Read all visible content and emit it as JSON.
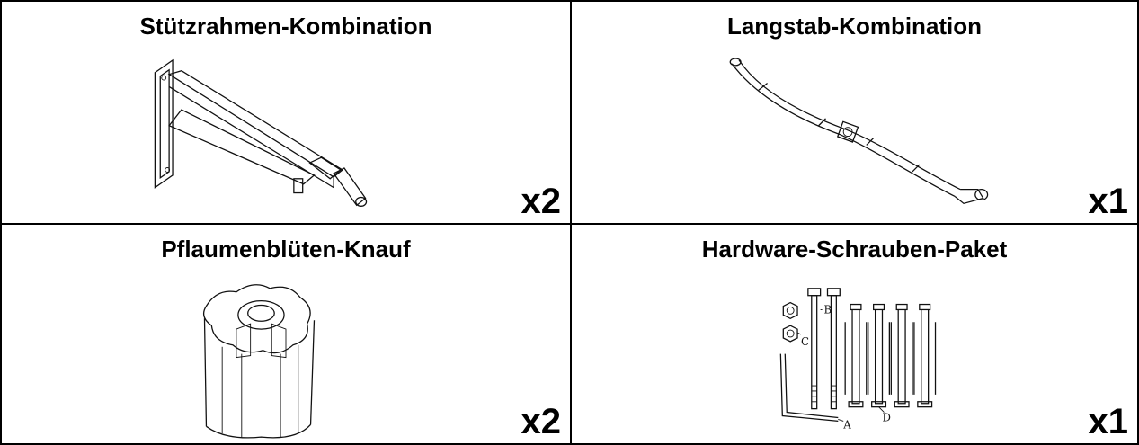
{
  "cells": [
    {
      "title": "Stützrahmen-Kombination",
      "qty": "x2",
      "icon": "support-frame-icon"
    },
    {
      "title": "Langstab-Kombination",
      "qty": "x1",
      "icon": "long-rod-icon"
    },
    {
      "title": "Pflaumenblüten-Knauf",
      "qty": "x2",
      "icon": "plum-blossom-knob-icon"
    },
    {
      "title": "Hardware-Schrauben-Paket",
      "qty": "x1",
      "icon": "screw-package-icon"
    }
  ],
  "hardware_labels": {
    "a": "A",
    "b": "B",
    "c": "C",
    "d": "D"
  }
}
